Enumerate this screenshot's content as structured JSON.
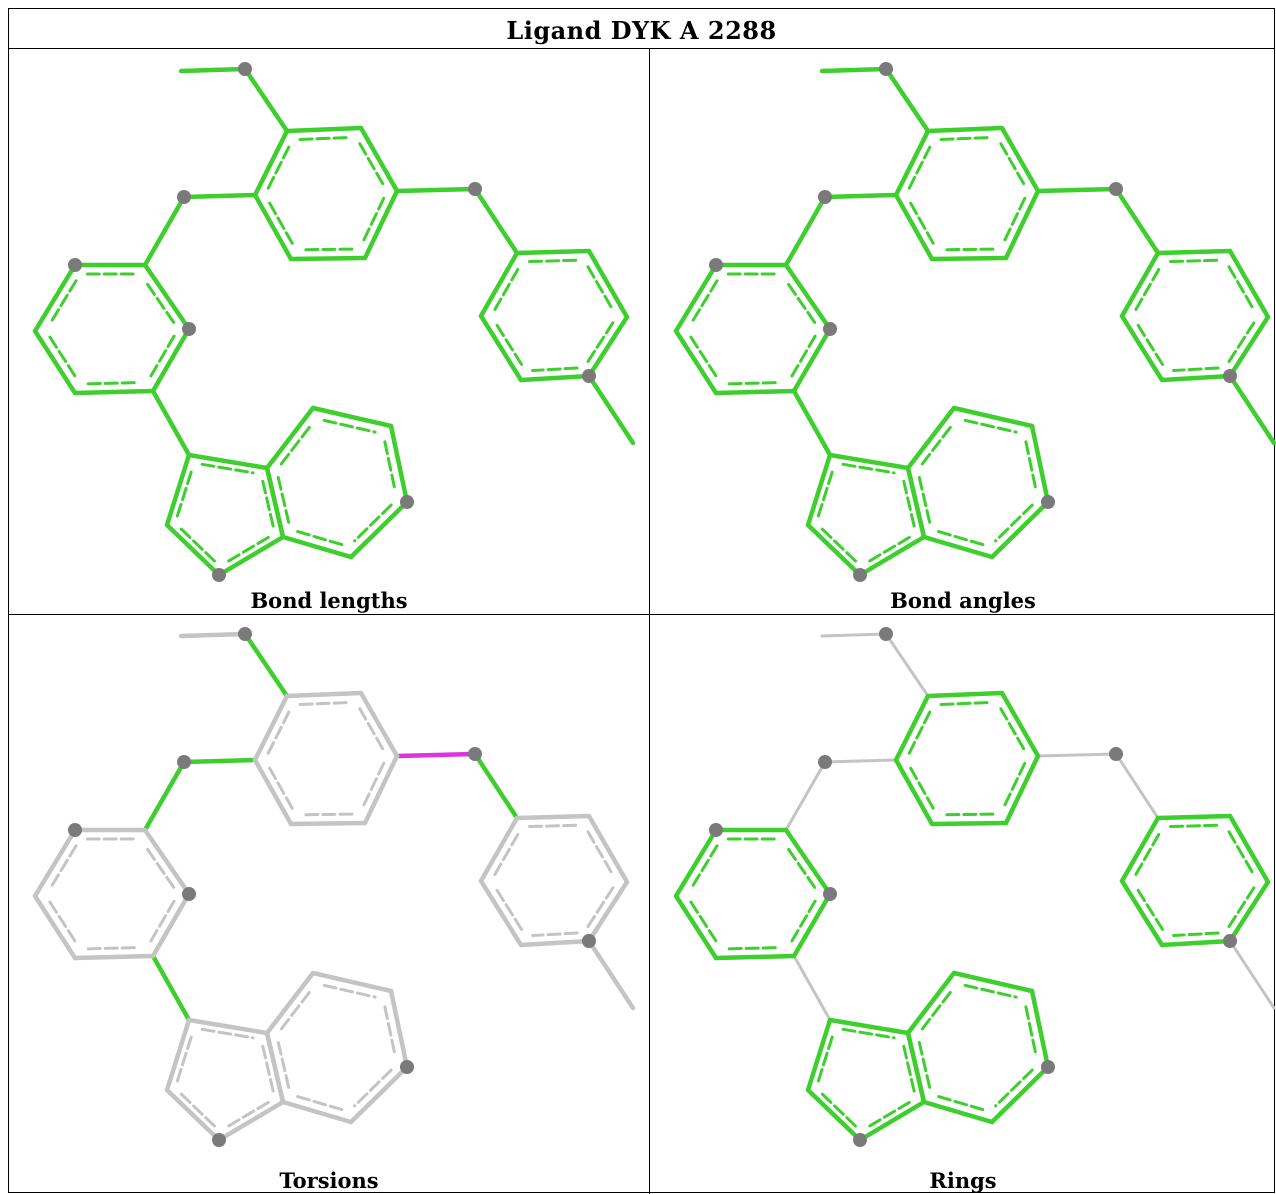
{
  "title": "Ligand DYK A 2288",
  "colors": {
    "highlight": "#3ecf2e",
    "neutral": "#c4c4c4",
    "outlier": "#dd33dd",
    "atom": "#7a7a7a"
  },
  "panels": [
    {
      "caption": "Bond lengths",
      "mode": "all"
    },
    {
      "caption": "Bond angles",
      "mode": "all"
    },
    {
      "caption": "Torsions",
      "mode": "torsions"
    },
    {
      "caption": "Rings",
      "mode": "rings"
    }
  ]
}
